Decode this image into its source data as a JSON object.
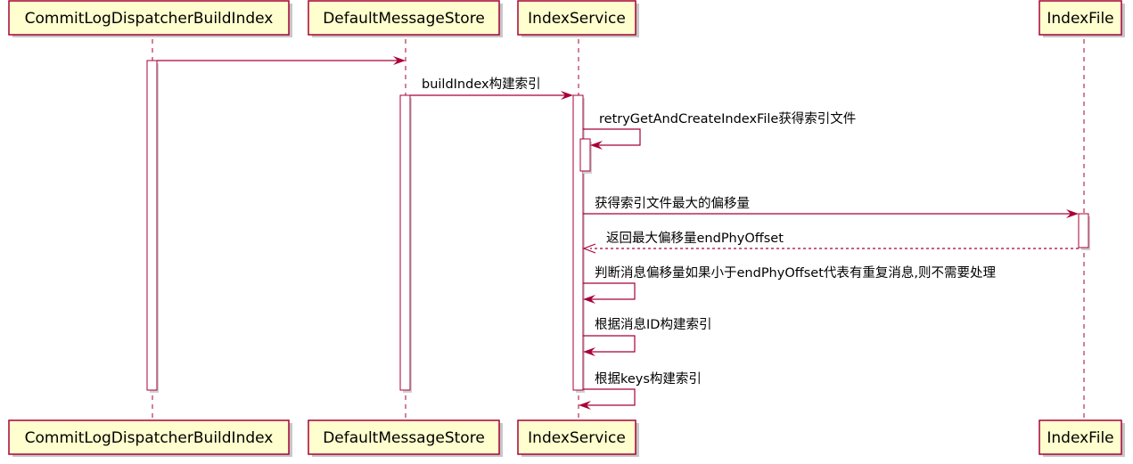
{
  "participants": [
    {
      "id": "commitlog",
      "label": "CommitLogDispatcherBuildIndex"
    },
    {
      "id": "store",
      "label": "DefaultMessageStore"
    },
    {
      "id": "indexservice",
      "label": "IndexService"
    },
    {
      "id": "indexfile",
      "label": "IndexFile"
    }
  ],
  "messages": [
    {
      "id": "m1",
      "from": "commitlog",
      "to": "store",
      "label": "",
      "style": "solid"
    },
    {
      "id": "m2",
      "from": "store",
      "to": "indexservice",
      "label": "buildIndex构建索引",
      "style": "solid"
    },
    {
      "id": "m3",
      "from": "indexservice",
      "to": "indexservice",
      "label": "retryGetAndCreateIndexFile获得索引文件",
      "style": "self"
    },
    {
      "id": "m4",
      "from": "indexservice",
      "to": "indexfile",
      "label": "获得索引文件最大的偏移量",
      "style": "solid"
    },
    {
      "id": "m5",
      "from": "indexfile",
      "to": "indexservice",
      "label": "返回最大偏移量endPhyOffset",
      "style": "dashed"
    },
    {
      "id": "m6",
      "from": "indexservice",
      "to": "indexservice",
      "label": "判断消息偏移量如果小于endPhyOffset代表有重复消息,则不需要处理",
      "style": "self"
    },
    {
      "id": "m7",
      "from": "indexservice",
      "to": "indexservice",
      "label": "根据消息ID构建索引",
      "style": "self"
    },
    {
      "id": "m8",
      "from": "indexservice",
      "to": "indexservice",
      "label": "根据keys构建索引",
      "style": "self"
    }
  ]
}
